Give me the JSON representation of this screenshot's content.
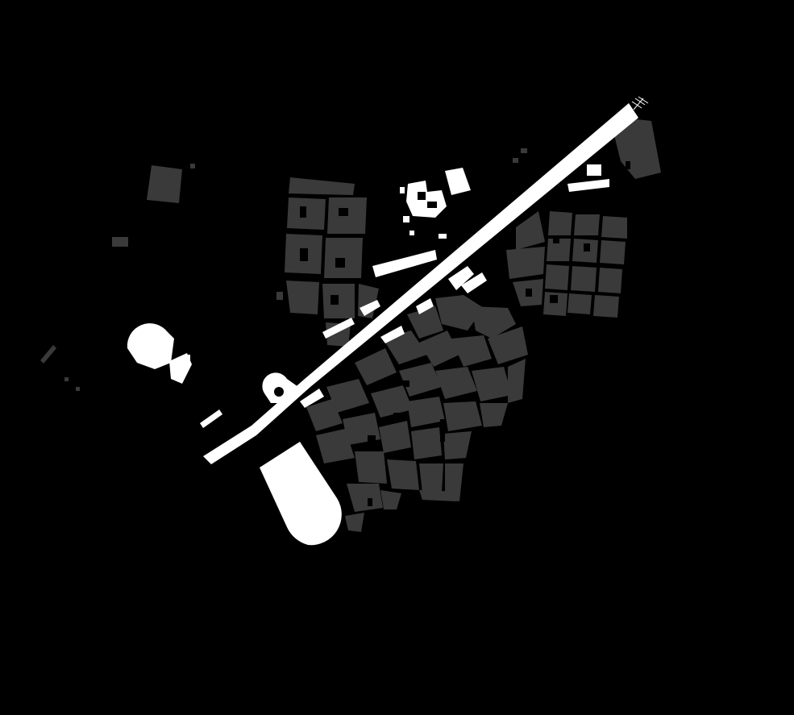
{
  "map": {
    "style": "figure-ground urban plan",
    "colors": {
      "background": "#000000",
      "context_blocks": "#3a3a3a",
      "highlighted_structures": "#ffffff",
      "courtyards": "#000000"
    },
    "layers": [
      "context-building-blocks",
      "highlighted-linear-structure",
      "highlighted-buildings"
    ]
  }
}
